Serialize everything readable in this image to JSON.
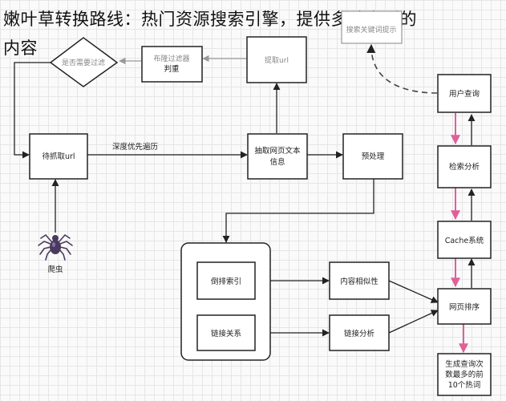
{
  "title_line1": "嫩叶草转换路线：热门资源搜索引擎，提供多种类型的",
  "title_line2": "内容",
  "nodes": {
    "dedup_check": "是否需要过滤",
    "bloom_filter_1": "布隆过滤器",
    "bloom_filter_2": "判重",
    "fetch_url": "提取url",
    "search_hint": "搜索关键词提示",
    "user_query": "用户查询",
    "pending_url": "待抓取url",
    "extract_text_1": "抽取网页文本",
    "extract_text_2": "信息",
    "preprocess": "预处理",
    "retrieval": "检索分析",
    "inverted_index": "倒排索引",
    "content_similarity": "内容相似性",
    "cache": "Cache系统",
    "page_rank": "网页排序",
    "link_relation": "链接关系",
    "link_analysis": "链接分析",
    "top_words_1": "生成查询次",
    "top_words_2": "数最多的前",
    "top_words_3": "10个热词",
    "crawler": "爬虫"
  },
  "edge_labels": {
    "depth_first": "深度优先遍历"
  },
  "colors": {
    "ink": "#222222",
    "grey": "#999999",
    "pink": "#e0609a",
    "spider_body": "#4a3b5e"
  },
  "icons": [
    "spider-icon"
  ]
}
